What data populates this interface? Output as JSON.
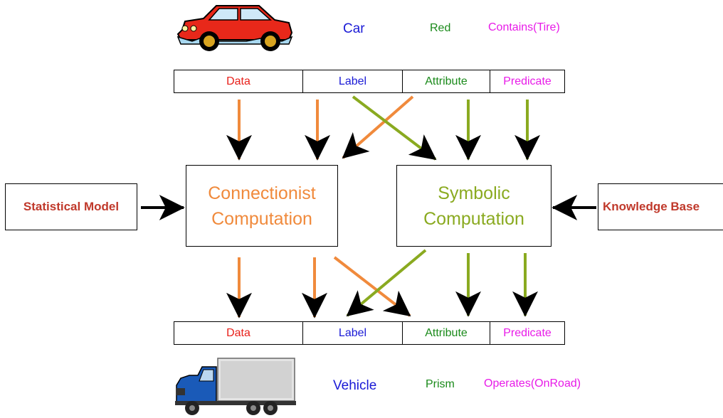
{
  "top_example": {
    "label": "Car",
    "attribute": "Red",
    "predicate": "Contains(Tire)"
  },
  "bottom_example": {
    "label": "Vehicle",
    "attribute": "Prism",
    "predicate": "Operates(OnRoad)"
  },
  "top_row": {
    "data": "Data",
    "label": "Label",
    "attribute": "Attribute",
    "predicate": "Predicate"
  },
  "bottom_row": {
    "data": "Data",
    "label": "Label",
    "attribute": "Attribute",
    "predicate": "Predicate"
  },
  "connectionist": {
    "line1": "Connectionist",
    "line2": "Computation"
  },
  "symbolic": {
    "line1": "Symbolic",
    "line2": "Computation"
  },
  "statistical_model": "Statistical Model",
  "knowledge_base": "Knowledge Base",
  "colors": {
    "data": "#e8201a",
    "label": "#1a1ad6",
    "attribute": "#1a8a1a",
    "predicate": "#e81ae8",
    "connectionist": "#f08a3c",
    "symbolic": "#8aaa20",
    "side": "#c0392b"
  },
  "icons": {
    "top_image": "red-car-icon",
    "bottom_image": "blue-truck-icon"
  }
}
